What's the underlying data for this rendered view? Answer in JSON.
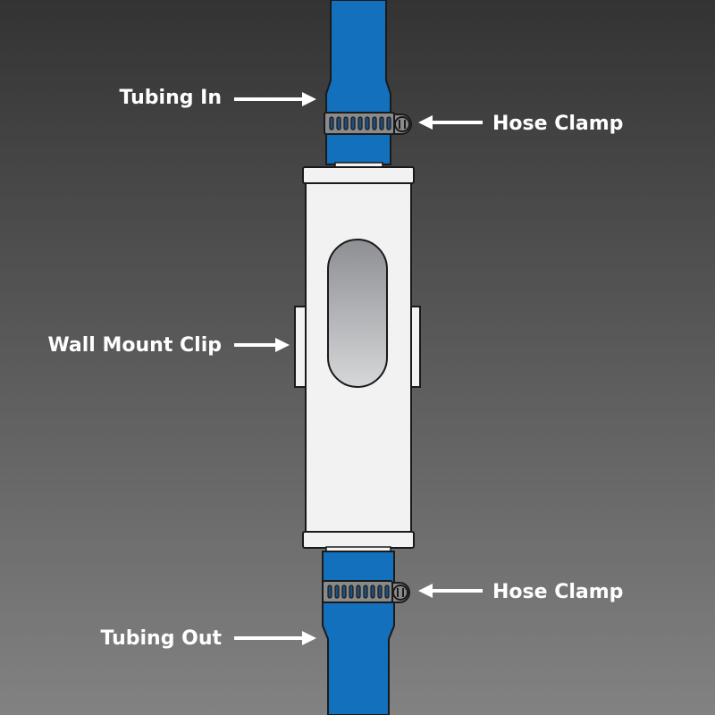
{
  "labels": {
    "tubing_in": "Tubing In",
    "hose_clamp_top": "Hose Clamp",
    "wall_mount_clip": "Wall Mount Clip",
    "hose_clamp_bottom": "Hose Clamp",
    "tubing_out": "Tubing Out"
  },
  "colors": {
    "tube": "#1370bd",
    "body": "#f2f2f2",
    "clamp": "#7a7a7a"
  }
}
